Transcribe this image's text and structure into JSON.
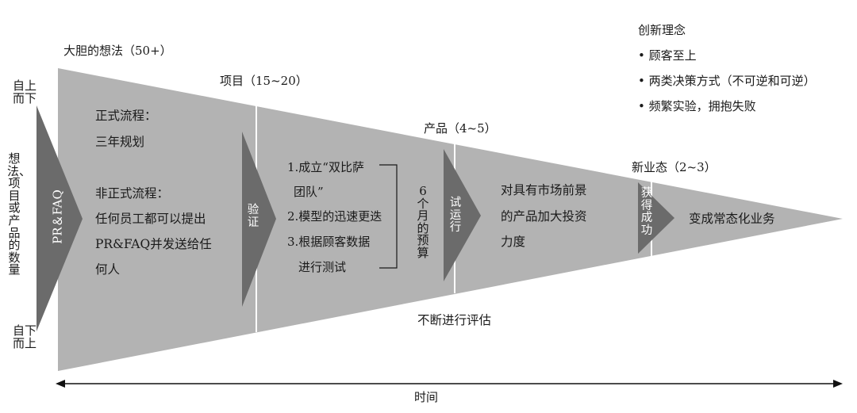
{
  "axis": {
    "y_label": "想法、项目或产品的数量",
    "top_label": "自上而下",
    "bottom_label": "自下而上",
    "x_label": "时间"
  },
  "stages": [
    {
      "label": "大胆的想法（50+）"
    },
    {
      "label": "项目（15~20）"
    },
    {
      "label": "产品（4~5）"
    },
    {
      "label": "新业态（2~3）"
    }
  ],
  "gates": [
    {
      "label": "PR＆FAQ"
    },
    {
      "label": "验证"
    },
    {
      "label": "试运行"
    },
    {
      "label": "获得成功"
    }
  ],
  "phase1": {
    "formal_title": "正式流程：",
    "formal_body": "三年规划",
    "informal_title": "非正式流程：",
    "informal_lines": [
      "任何员工都可以提出",
      "PR&FAQ并发送给任",
      "何人"
    ]
  },
  "phase2": {
    "lines": [
      "1.成立“双比萨",
      "团队”",
      "2.模型的迅速更迭",
      "3.根据顾客数据",
      "进行测试"
    ],
    "budget": "6个月的预算"
  },
  "phase3": {
    "lines": [
      "对具有市场前景",
      "的产品加大投资",
      "力度"
    ]
  },
  "phase4": {
    "text": "变成常态化业务"
  },
  "evaluation": "不断进行评估",
  "innovation": {
    "title": "创新理念",
    "items": [
      "• 顾客至上",
      "• 两类决策方式（不可逆和可逆）",
      "• 频繁实验，拥抱失败"
    ]
  },
  "colors": {
    "funnel": "#b3b3b3",
    "gate": "#6b6b6b",
    "divider": "#ffffff"
  }
}
